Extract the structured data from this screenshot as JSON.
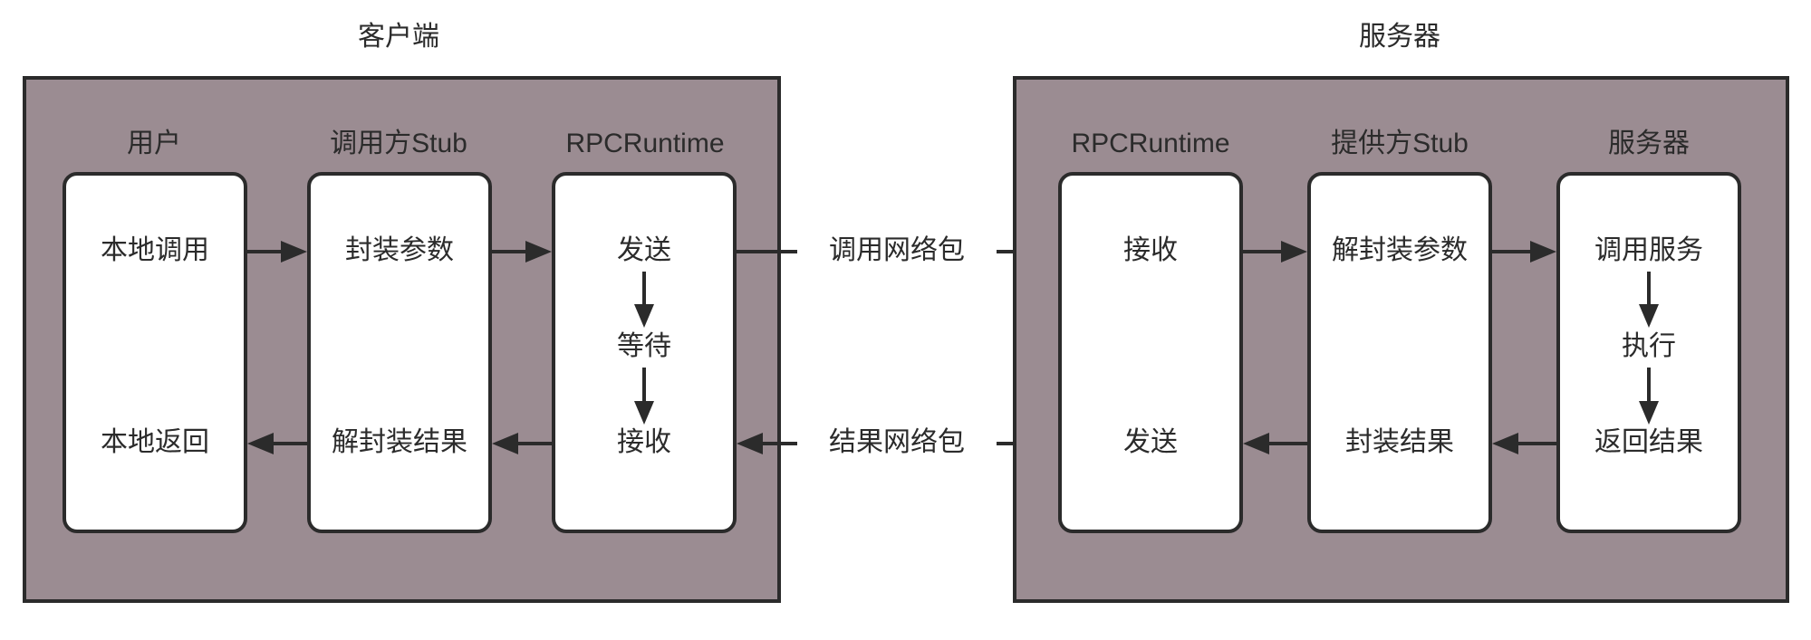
{
  "diagram": {
    "title_client": "客户端",
    "title_server": "服务器",
    "colors": {
      "panel_fill": "#9b8c92",
      "node_fill": "#ffffff",
      "stroke": "#2b2b2b",
      "background": "#ffffff"
    },
    "client_panel": {
      "title": "客户端",
      "columns": [
        {
          "label": "用户",
          "nodes": [
            {
              "top": "本地调用",
              "bottom": "本地返回"
            }
          ]
        },
        {
          "label": "调用方Stub",
          "nodes": [
            {
              "top": "封装参数",
              "bottom": "解封装结果"
            }
          ]
        },
        {
          "label": "RPCRuntime",
          "nodes": [
            {
              "top": "发送",
              "middle": "等待",
              "bottom": "接收"
            }
          ]
        }
      ]
    },
    "server_panel": {
      "title": "服务器",
      "columns": [
        {
          "label": "RPCRuntime",
          "nodes": [
            {
              "top": "接收",
              "bottom": "发送"
            }
          ]
        },
        {
          "label": "提供方Stub",
          "nodes": [
            {
              "top": "解封装参数",
              "bottom": "封装结果"
            }
          ]
        },
        {
          "label": "服务器",
          "nodes": [
            {
              "top": "调用服务",
              "middle": "执行",
              "bottom": "返回结果"
            }
          ]
        }
      ]
    },
    "network_labels": {
      "request": "调用网络包",
      "response": "结果网络包"
    },
    "flow": {
      "request_steps": [
        "本地调用",
        "封装参数",
        "发送",
        "调用网络包",
        "接收",
        "解封装参数",
        "调用服务",
        "执行"
      ],
      "response_steps": [
        "返回结果",
        "封装结果",
        "发送",
        "结果网络包",
        "接收",
        "解封装结果",
        "本地返回"
      ]
    }
  }
}
